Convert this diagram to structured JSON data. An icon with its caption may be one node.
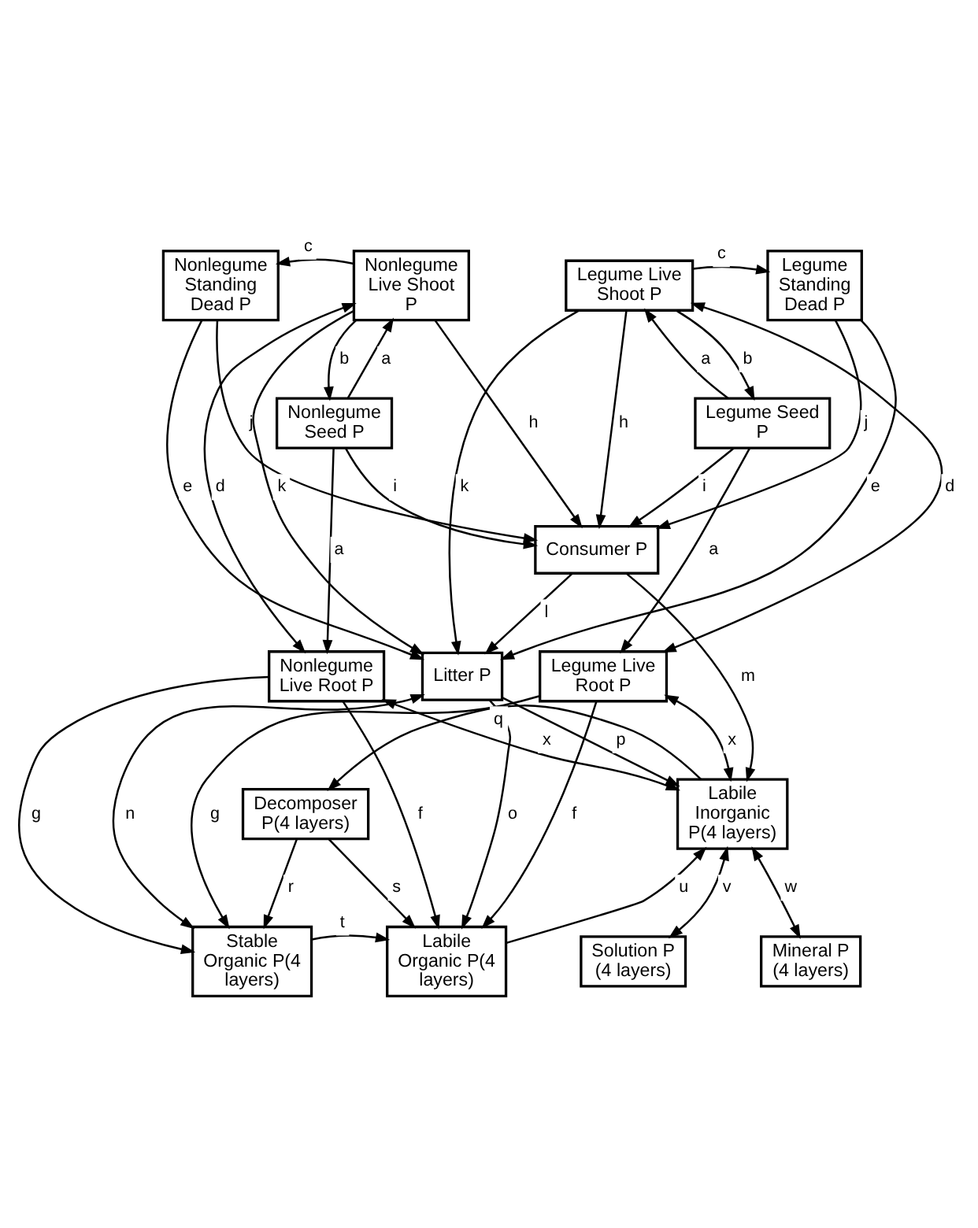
{
  "diagram": {
    "nodes": [
      {
        "text": [
          "Nonlegume Standing Dead P"
        ]
      },
      {
        "text": [
          "Nonlegume Live Shoot P"
        ]
      },
      {
        "text": [
          "Legume Live Shoot P"
        ]
      },
      {
        "text": [
          "Legume Standing Dead P"
        ]
      },
      {
        "text": [
          "Nonlegume Seed P"
        ]
      },
      {
        "text": [
          "Consumer P"
        ]
      },
      {
        "text": [
          "Legume Seed P"
        ]
      },
      {
        "text": [
          "Nonlegume Live Root P"
        ]
      },
      {
        "text": [
          "Legume Live Root P"
        ]
      },
      {
        "text": [
          "Litter P"
        ]
      },
      {
        "text": [
          "Decomposer P(4 layers)"
        ]
      },
      {
        "text": [
          "Labile Inorganic P(4 layers)"
        ]
      },
      {
        "text": [
          "Stable Organic P(4 layers)"
        ]
      },
      {
        "text": [
          "Labile Organic P(4 layers)"
        ]
      },
      {
        "text": [
          "Solution P (4 layers)"
        ]
      },
      {
        "text": [
          "Mineral P (4 layers)"
        ]
      }
    ],
    "edges": [
      {
        "from": 1,
        "to": 0,
        "arrow": "to",
        "label": "c"
      },
      {
        "from": 2,
        "to": 3,
        "arrow": "to",
        "label": "c"
      },
      {
        "from": 4,
        "to": 1,
        "arrow": "to",
        "label": "a"
      },
      {
        "from": 1,
        "to": 4,
        "arrow": "to",
        "label": "b"
      },
      {
        "from": 2,
        "to": 6,
        "arrow": "to",
        "label": "b"
      },
      {
        "from": 6,
        "to": 2,
        "arrow": "to",
        "label": "a"
      },
      {
        "from": 1,
        "to": 5,
        "arrow": "to",
        "label": "h"
      },
      {
        "from": 2,
        "to": 5,
        "arrow": "to",
        "label": "h"
      },
      {
        "from": 4,
        "to": 5,
        "arrow": "to",
        "label": "i"
      },
      {
        "from": 6,
        "to": 5,
        "arrow": "to",
        "label": "i"
      },
      {
        "from": 0,
        "to": 5,
        "arrow": "to",
        "label": "j"
      },
      {
        "from": 3,
        "to": 5,
        "arrow": "to",
        "label": "j"
      },
      {
        "from": 4,
        "to": 7,
        "arrow": "to",
        "label": "a"
      },
      {
        "from": 1,
        "to": 7,
        "arrow": "both",
        "label": "d"
      },
      {
        "from": 2,
        "to": 8,
        "arrow": "both",
        "label": "d"
      },
      {
        "from": 6,
        "to": 8,
        "arrow": "to",
        "label": "a"
      },
      {
        "from": 0,
        "to": 9,
        "arrow": "to",
        "label": "e"
      },
      {
        "from": 1,
        "to": 9,
        "arrow": "to",
        "label": "k"
      },
      {
        "from": 5,
        "to": 9,
        "arrow": "to",
        "label": "l"
      },
      {
        "from": 2,
        "to": 9,
        "arrow": "to",
        "label": "k"
      },
      {
        "from": 3,
        "to": 9,
        "arrow": "to",
        "label": "e"
      },
      {
        "from": 7,
        "to": 12,
        "arrow": "to",
        "label": "g"
      },
      {
        "from": 9,
        "to": 11,
        "arrow": "to",
        "label": "p"
      },
      {
        "from": 5,
        "to": 11,
        "arrow": "to",
        "label": "m"
      },
      {
        "from": 8,
        "to": 11,
        "arrow": "both",
        "label": "x"
      },
      {
        "from": 7,
        "to": 11,
        "arrow": "both",
        "label": "x"
      },
      {
        "from": 9,
        "to": 12,
        "arrow": "both",
        "label": "n"
      },
      {
        "from": 9,
        "to": 13,
        "arrow": "to",
        "label": "o"
      },
      {
        "from": 7,
        "to": 13,
        "arrow": "to",
        "label": "f"
      },
      {
        "from": 11,
        "to": 10,
        "arrow": "to",
        "label": "q"
      },
      {
        "from": 10,
        "to": 12,
        "arrow": "to",
        "label": "r"
      },
      {
        "from": 10,
        "to": 13,
        "arrow": "to",
        "label": "s"
      },
      {
        "from": 12,
        "to": 13,
        "arrow": "to",
        "label": "t"
      },
      {
        "from": 13,
        "to": 11,
        "arrow": "to",
        "label": "u"
      },
      {
        "from": 11,
        "to": 14,
        "arrow": "both",
        "label": "v"
      },
      {
        "from": 11,
        "to": 15,
        "arrow": "both",
        "label": "w"
      },
      {
        "from": 8,
        "to": 13,
        "arrow": "to",
        "label": "f"
      },
      {
        "from": 8,
        "to": 12,
        "arrow": "to",
        "label": "g"
      }
    ]
  }
}
